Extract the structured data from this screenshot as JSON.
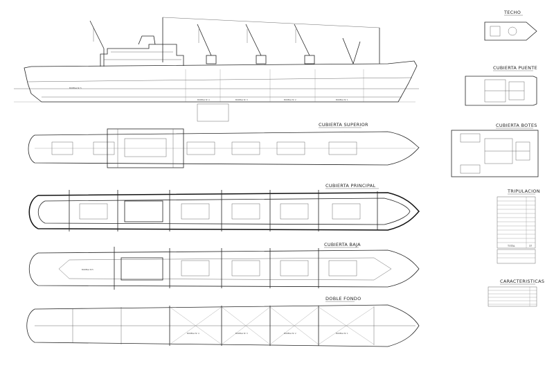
{
  "plan_titles": {
    "techo": "TECHO",
    "cubierta_puente": "CUBIERTA PUENTE",
    "cubierta_botes": "CUBIERTA BOTES",
    "cubierta_superior": "CUBIERTA SUPERIOR",
    "cubierta_principal": "CUBIERTA PRINCIPAL",
    "cubierta_baja": "CUBIERTA BAJA",
    "doble_fondo": "DOBLE FONDO"
  },
  "profile": {
    "holds": [
      "BODEGA Nº 5",
      "BODEGA Nº 4",
      "BODEGA Nº 3",
      "BODEGA Nº 2",
      "BODEGA Nº 1"
    ]
  },
  "lower_deck": {
    "hold_label": "BODEGA Nº5"
  },
  "double_bottom": {
    "holds": [
      "BODEGA Nº 4",
      "BODEGA Nº 3",
      "BODEGA Nº 2",
      "BODEGA Nº 1"
    ]
  },
  "tripulacion": {
    "title": "TRIPULACION",
    "total_label": "TOTAL",
    "total_value": "37"
  },
  "caracteristicas": {
    "title": "CARACTERISTICAS"
  },
  "colors": {
    "ink": "#222222",
    "paper": "#ffffff"
  }
}
